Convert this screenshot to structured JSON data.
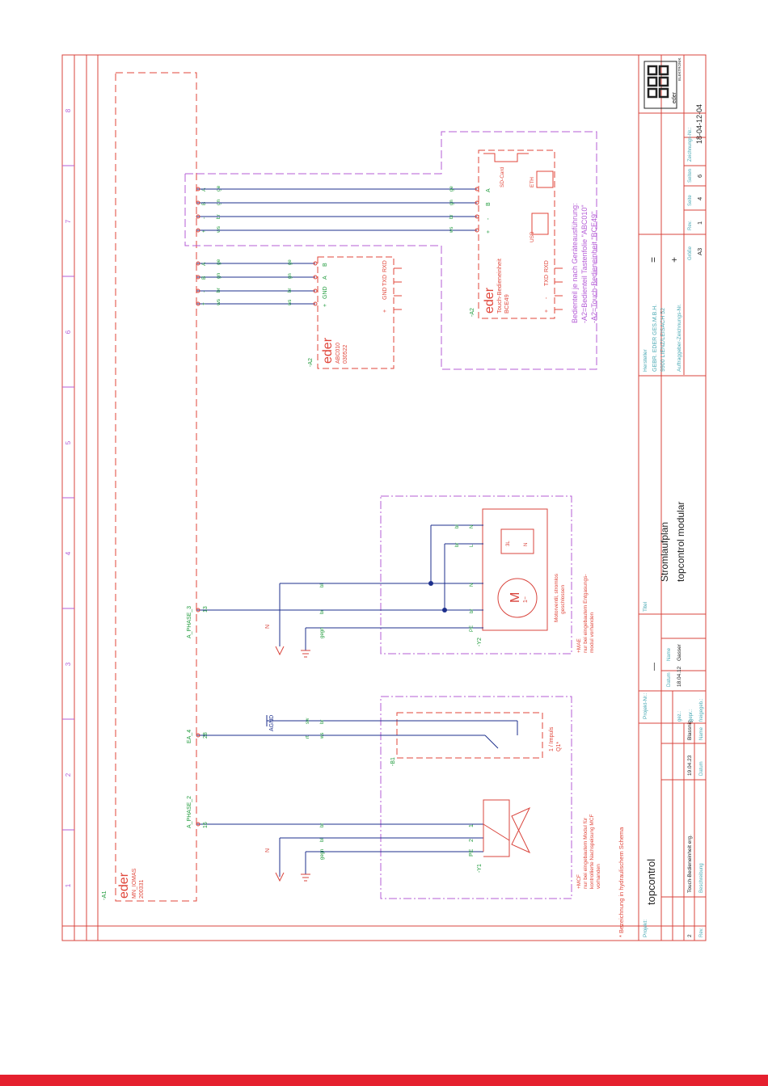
{
  "colors": {
    "frame": "#d9443c",
    "module": "#e0463a",
    "field": "#b45cd6",
    "wire": "#1c2f8c",
    "label_green": "#1e9a3a",
    "table_teal": "#4aa9b4",
    "footer": "#e5202e"
  },
  "grid_numbers": [
    "1",
    "2",
    "3",
    "4",
    "5",
    "6",
    "7",
    "8"
  ],
  "note_bottom": "* Bezeichnung in hydraulischem Schema",
  "a1": {
    "tag": "-A1",
    "brand": "eder",
    "name": "MN_IOMAS",
    "code": "200331"
  },
  "y1": {
    "tag": "-Y1",
    "terminal": "15",
    "signal": "A_PHASE_2",
    "pins": [
      "PE",
      "2",
      "1"
    ],
    "wires": [
      "gegn",
      "bl",
      "br"
    ],
    "neutral": "N",
    "note": [
      "+MCF",
      "nur bei eingebautem Modul für",
      "kontrollierte Nachspeisung MCF",
      "vorhanden"
    ]
  },
  "b1": {
    "tag": "-B1",
    "terminal": "28",
    "signal": "EA_4",
    "agnd": "AGND",
    "wires_a": [
      "rt",
      "ws"
    ],
    "wires_b": [
      "sw",
      "br"
    ],
    "caption": [
      "1 / Impuls",
      "Q1*"
    ]
  },
  "y2": {
    "tag": "-Y2",
    "terminal": "13",
    "signal": "A_PHASE_3",
    "pins": [
      "PE",
      "br",
      "N",
      "L",
      "N"
    ],
    "wires": [
      "gegn",
      "br",
      "bl",
      "br",
      "bl"
    ],
    "neutral": "N",
    "motor": "M",
    "motor_sub": "1~",
    "relay": "3L",
    "relay2": "N",
    "valve_text": [
      "Motorventil, stromlos",
      "geschlossen"
    ],
    "note": [
      "+MAE",
      "nur bei eingebautem Entgasungs-",
      "modul vorhanden"
    ]
  },
  "abc010": {
    "tag": "-A2",
    "brand": "eder",
    "name": "ABC010",
    "code": "030522",
    "pins": [
      "+",
      "GND",
      "A",
      "B"
    ],
    "right_pins": [
      "+",
      "GND",
      "TXD",
      "RXD"
    ],
    "wires": [
      "ws",
      "br",
      "gn",
      "ge"
    ]
  },
  "bce49": {
    "tag": "-A2",
    "brand": "eder",
    "name": "Touch-Bedieneinheit",
    "code": "BCE49",
    "pins": [
      "+",
      "-",
      "B",
      "A"
    ],
    "right_pins": [
      "+",
      "-",
      "TXD",
      "RXD"
    ],
    "usb": "USB",
    "eth": "ETH",
    "sd": "SD-Card",
    "wires": [
      "ws",
      "br",
      "gn",
      "ge"
    ],
    "note": [
      "Bedienteil je nach Geräteausführung:",
      "-A2=Bedienteil Tastenfolie \"ABC010\"",
      "-A2=Touch-Bedieneinheit \"BCE49\""
    ]
  },
  "bus": {
    "pins": [
      "+",
      "-",
      "B",
      "A"
    ],
    "wires": [
      "ws",
      "br",
      "gn",
      "ge"
    ]
  },
  "title_block": {
    "projekt_label": "Projekt:",
    "projekt": "topcontrol",
    "rev_header": [
      "Rev.",
      "Beschreibung",
      "Datum",
      "Name"
    ],
    "rev_row": [
      "2",
      "Touch-Bedieneinheit erg.",
      "19.04.23",
      "Blassnig"
    ],
    "projekt_nr_label": "Projekt-Nr.:",
    "projekt_nr": "—",
    "gez_labels": [
      "gez.:",
      "gepr.:",
      "freigegeb.:"
    ],
    "gez_header": [
      "Datum",
      "Name"
    ],
    "gez_row": [
      "18.04.12",
      "Gasser"
    ],
    "titel_label": "Titel",
    "titel": [
      "Stromlaufplan",
      "topcontrol modular"
    ],
    "eq1": "=",
    "eq2": "+",
    "hersteller_label": "Hersteller",
    "hersteller": [
      "GEBR. EDER GES.M.B.H.",
      "9900 LIENZ/LEISACH 52"
    ],
    "auftrag_label": "Auftraggeber-Zeichnungs-Nr.",
    "meta_labels": [
      "Größe",
      "Rev.",
      "Seite",
      "Seiten",
      "Zeichnungs-Nr.:"
    ],
    "meta_values": [
      "A3",
      "1",
      "4",
      "6",
      "18-04-12-04"
    ],
    "logo": "eder",
    "logo_sub": "ELEKTRONIK"
  }
}
